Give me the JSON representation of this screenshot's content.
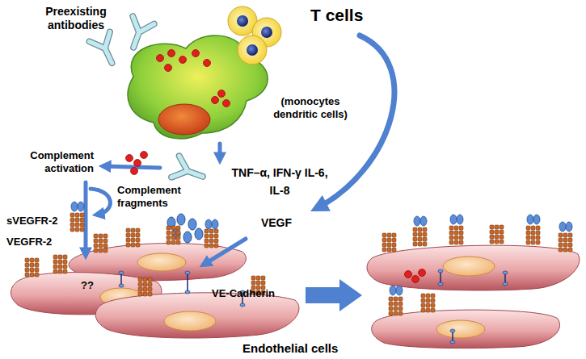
{
  "diagram": {
    "labels": [
      "Preexisting antibodies",
      "T cells",
      "(monocytes dendritic cells)",
      "Complement activation",
      "Complement fragments",
      "TNF–α, IFN-γ IL-6, IL-8",
      "VEGF",
      "sVEGFR-2",
      "VEGFR-2",
      "??",
      "VE-Cadherin",
      "Endothelial cells"
    ]
  }
}
